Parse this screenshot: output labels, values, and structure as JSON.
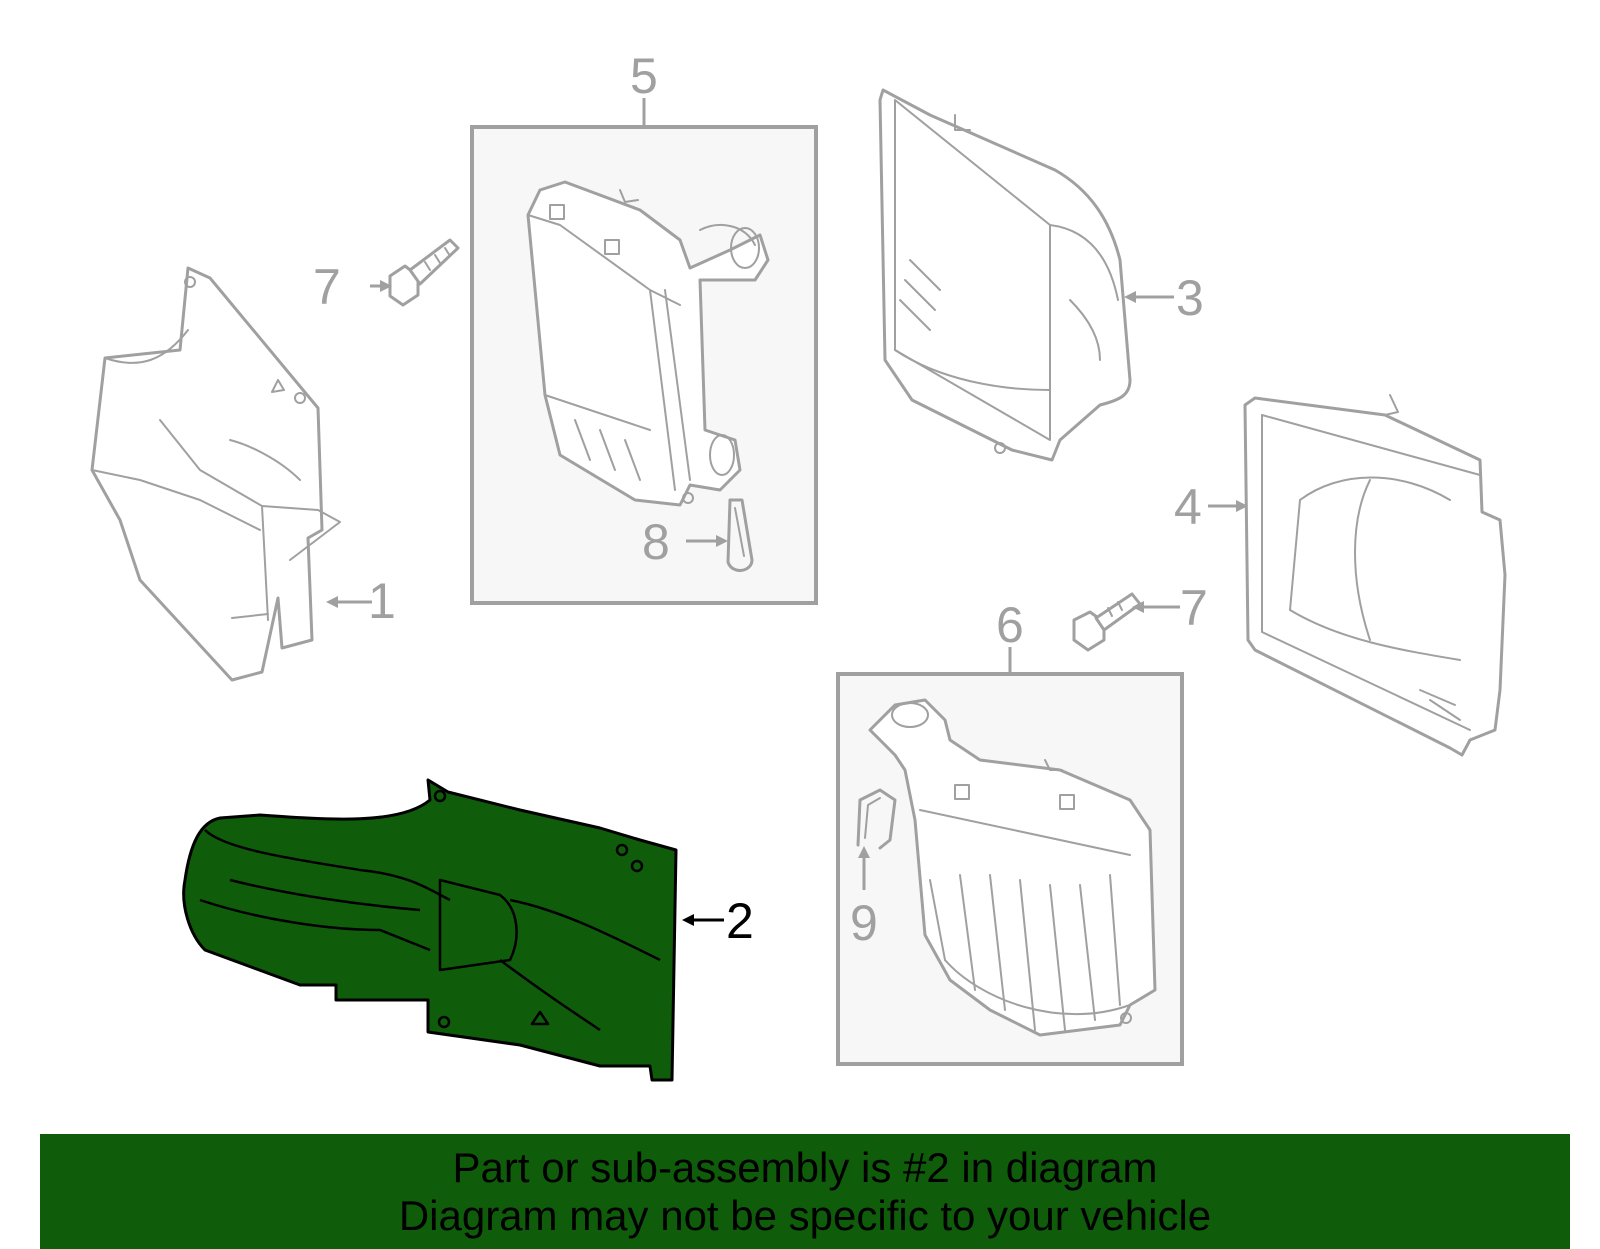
{
  "diagram": {
    "highlight_color": "#0f5c0a",
    "callouts": {
      "c1": "1",
      "c2": "2",
      "c3": "3",
      "c4": "4",
      "c5": "5",
      "c6": "6",
      "c7a": "7",
      "c7b": "7",
      "c8": "8",
      "c9": "9"
    }
  },
  "banner": {
    "line1": "Part or sub-assembly is #2 in diagram",
    "line2": "Diagram may not be specific to your vehicle",
    "background": "#0f5c0a"
  }
}
